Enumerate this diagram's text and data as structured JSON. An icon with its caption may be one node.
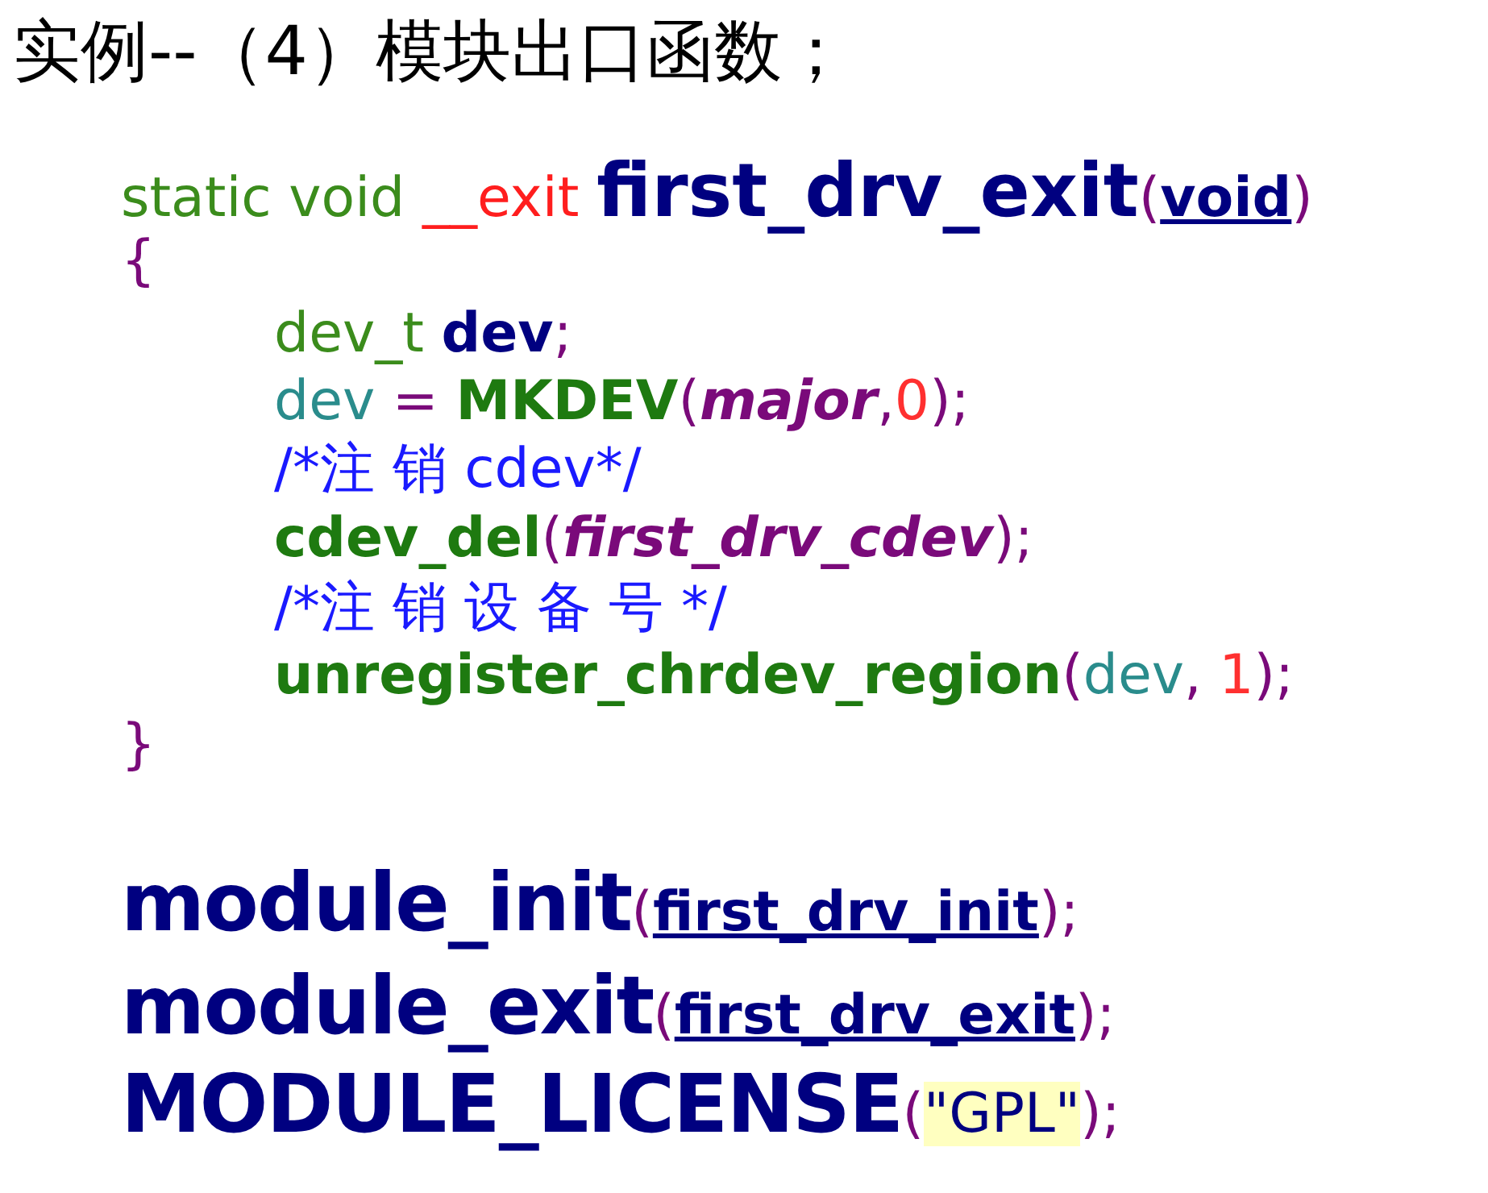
{
  "diagram": {
    "title": "实例--（4）模块出口函数；",
    "labels": [
      "static void __exit first_drv_exit(void)",
      "{",
      "dev_t dev;",
      "dev = MKDEV(major,0);",
      "/*注 销 cdev*/",
      "cdev_del(first_drv_cdev);",
      "/*注 销 设 备 号 */",
      "unregister_chrdev_region(dev, 1);",
      "}",
      "module_init(first_drv_init);",
      "module_exit(first_drv_exit);",
      "MODULE_LICENSE(\"GPL\");"
    ]
  }
}
